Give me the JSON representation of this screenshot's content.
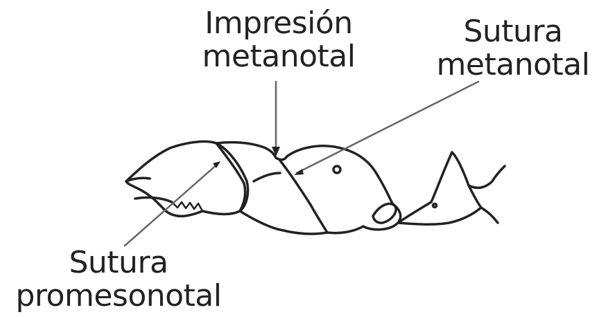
{
  "labels": {
    "impresion_metanotal": {
      "line1": "Impresión",
      "line2": "metanotal"
    },
    "sutura_metanotal": {
      "line1": "Sutura",
      "line2": "metanotal"
    },
    "sutura_promesonotal": {
      "line1": "Sutura",
      "line2": "promesonotal"
    }
  },
  "colors": {
    "ink": "#222222",
    "leader": "#666666",
    "background": "#ffffff"
  }
}
